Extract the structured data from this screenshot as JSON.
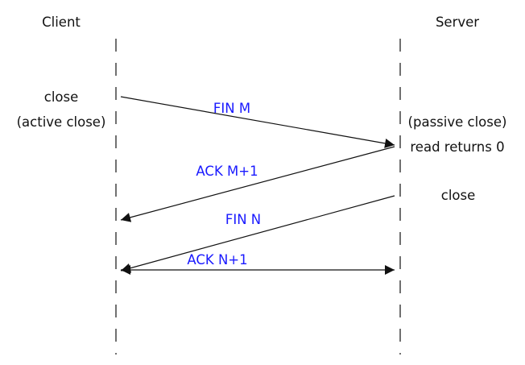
{
  "participants": {
    "client": "Client",
    "server": "Server"
  },
  "client_notes": {
    "close": "close",
    "active_close": "(active close)"
  },
  "server_notes": {
    "passive_close": "(passive close)",
    "read_returns": "read returns 0",
    "close": "close"
  },
  "messages": [
    {
      "label": "FIN M",
      "from": "client",
      "to": "server"
    },
    {
      "label": "ACK M+1",
      "from": "server",
      "to": "client"
    },
    {
      "label": "FIN N",
      "from": "server",
      "to": "client"
    },
    {
      "label": "ACK N+1",
      "from": "client",
      "to": "server",
      "bidirectional": true
    }
  ],
  "colors": {
    "message_label": "#1a1aff",
    "text": "#111111",
    "line": "#111111"
  }
}
